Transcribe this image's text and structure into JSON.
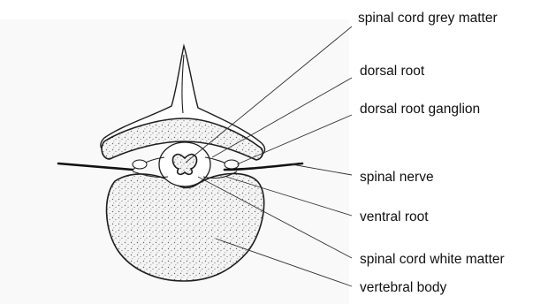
{
  "labels": {
    "grey_matter": "spinal cord grey matter",
    "dorsal_root": "dorsal root",
    "dorsal_root_ganglion": "dorsal root ganglion",
    "spinal_nerve": "spinal nerve",
    "ventral_root": "ventral root",
    "white_matter": "spinal cord white matter",
    "vertebral_body": "vertebral body"
  }
}
